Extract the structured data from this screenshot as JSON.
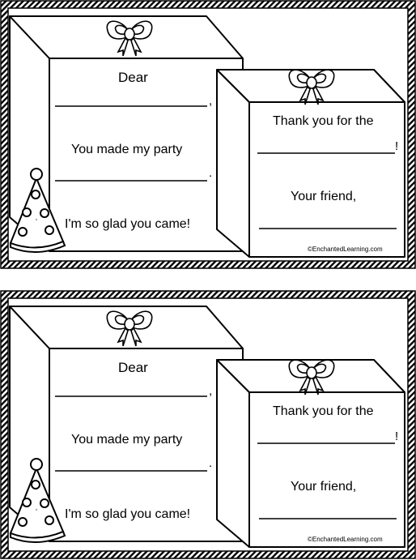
{
  "cards": [
    {
      "greeting": "Dear",
      "comma": ",",
      "line_made_party": "You made my party",
      "period": ".",
      "line_glad": "I'm so glad you came!",
      "line_thank_you": "Thank you for the",
      "exclamation": "!",
      "line_friend": "Your friend,",
      "copyright": "©EnchantedLearning.com"
    },
    {
      "greeting": "Dear",
      "comma": ",",
      "line_made_party": "You made my party",
      "period": ".",
      "line_glad": "I'm so glad you came!",
      "line_thank_you": "Thank you for the",
      "exclamation": "!",
      "line_friend": "Your friend,",
      "copyright": "©EnchantedLearning.com"
    }
  ]
}
